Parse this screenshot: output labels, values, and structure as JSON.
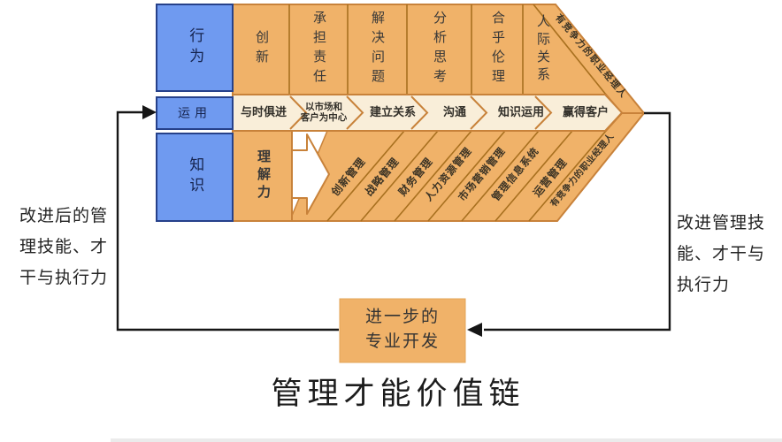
{
  "title": "管理才能价值链",
  "row_labels": {
    "behavior": "行为",
    "apply": "运用",
    "knowledge": "知识"
  },
  "behaviors": [
    "创新",
    "承担责任",
    "解决问题",
    "分析思考",
    "合乎伦理",
    "人际关系"
  ],
  "competitive_manager_top": "有竞争力的职业经理人",
  "competitive_manager_bottom": "有竞争力的职业经理人",
  "applications": [
    "与时俱进",
    "以市场和\n客户为中心",
    "建立关系",
    "沟通",
    "知识运用",
    "赢得客户"
  ],
  "comprehension": "理解力",
  "knowledge_areas": [
    "创新管理",
    "战略管理",
    "财务管理",
    "人力资源管理",
    "市场营销管理",
    "管理信息系统",
    "运营管理"
  ],
  "left_note": "改进后的管\n理技能、才\n干与执行力",
  "right_note": "改进管理技\n能、才干与\n执行力",
  "dev_box_label": "进一步的\n专业开发",
  "colors": {
    "blue_fill": "#6f9af0",
    "blue_border": "#26418a",
    "orange_fill": "#f0b269",
    "orange_border": "#c8823a",
    "cream_fill": "#f9eed9",
    "line_black": "#161616"
  }
}
